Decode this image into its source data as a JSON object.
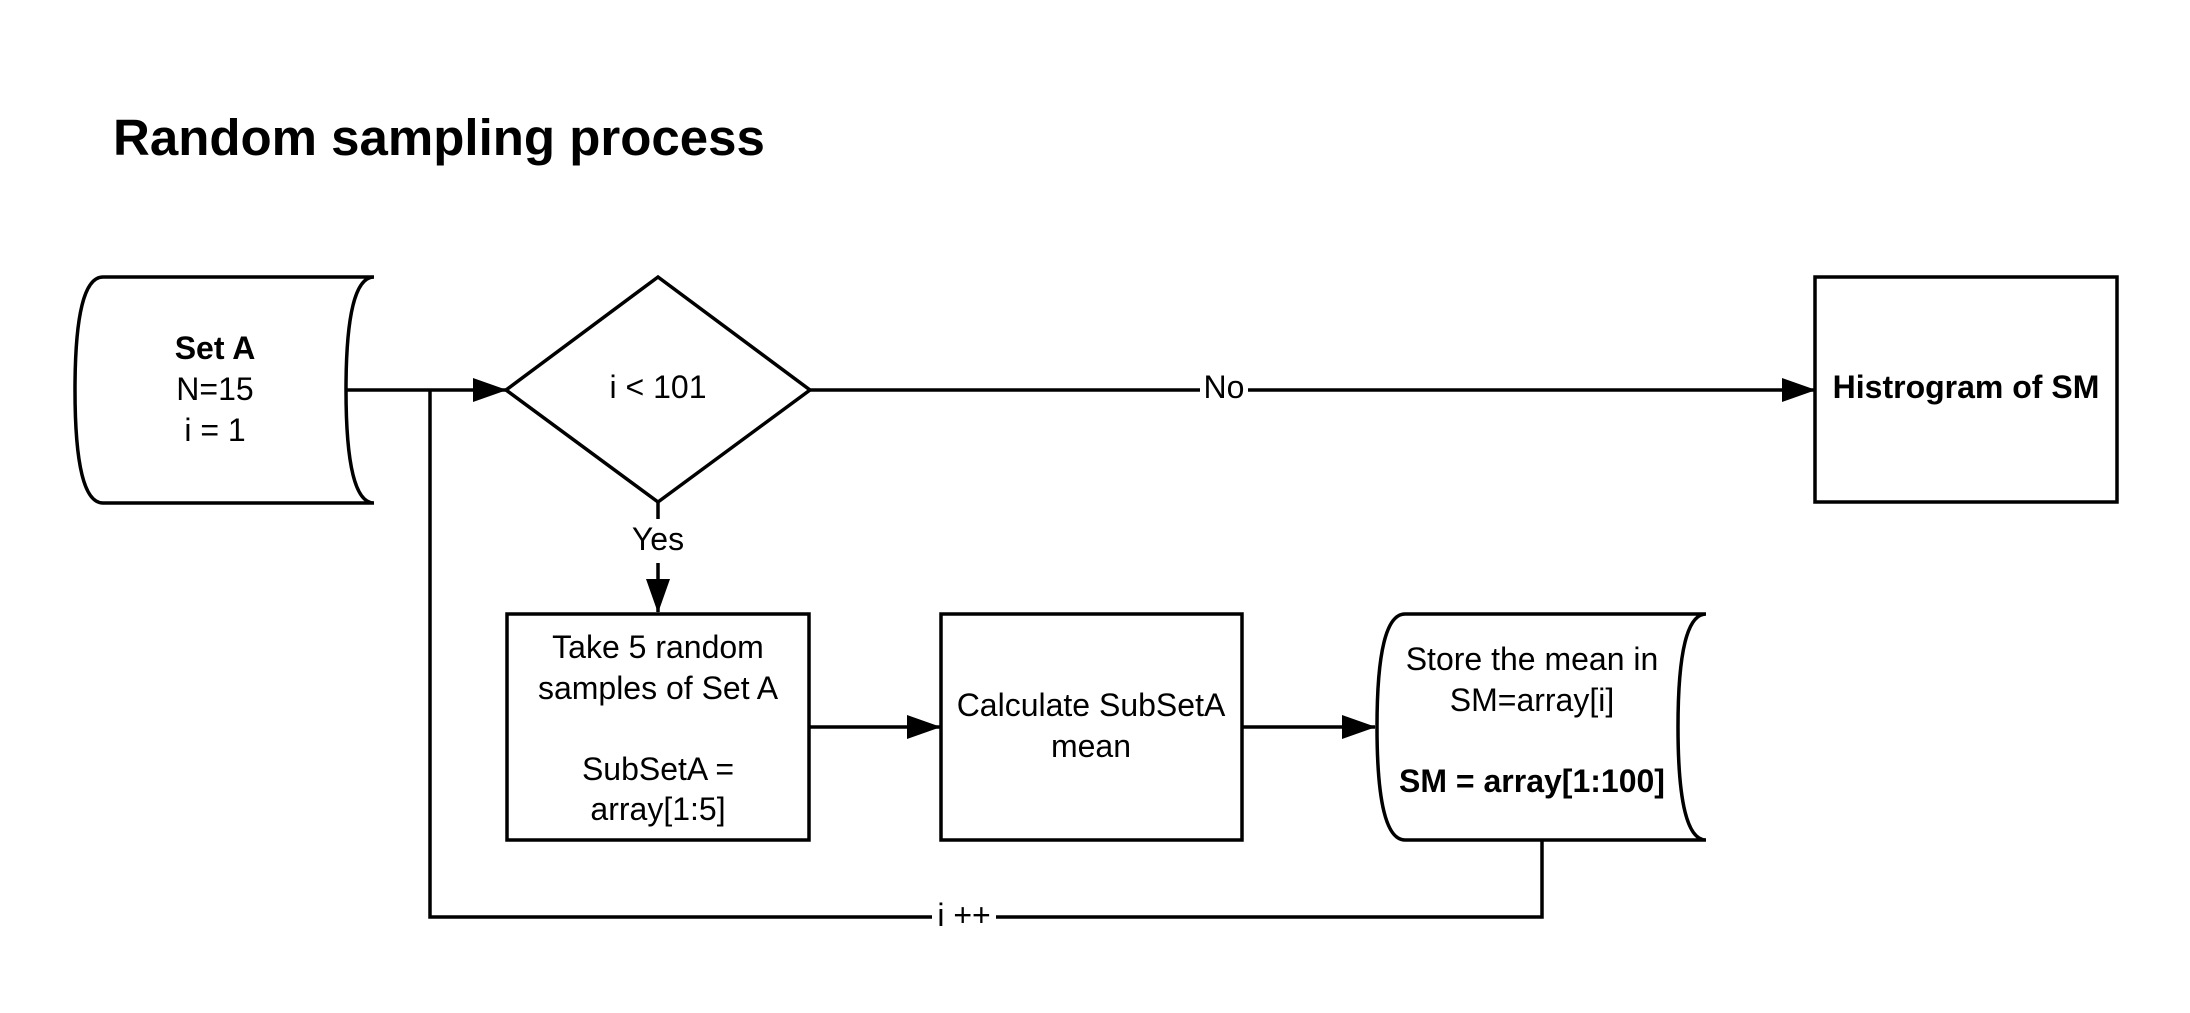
{
  "title": "Random sampling process",
  "nodes": {
    "set_a": {
      "line1": "Set A",
      "line2": "N=15",
      "line3": "i = 1"
    },
    "decision": {
      "label": "i < 101"
    },
    "histogram": {
      "label": "Histrogram of SM"
    },
    "take_samples": {
      "line1": "Take 5 random",
      "line2": "samples of Set A",
      "line3": "SubSetA =",
      "line4": "array[1:5]"
    },
    "calculate_mean": {
      "line1": "Calculate SubSetA",
      "line2": "mean"
    },
    "store_mean": {
      "line1": "Store the mean in",
      "line2": "SM=array[i]",
      "line3": "SM = array[1:100]"
    }
  },
  "edges": {
    "no_label": "No",
    "yes_label": "Yes",
    "loop_label": "i ++"
  }
}
